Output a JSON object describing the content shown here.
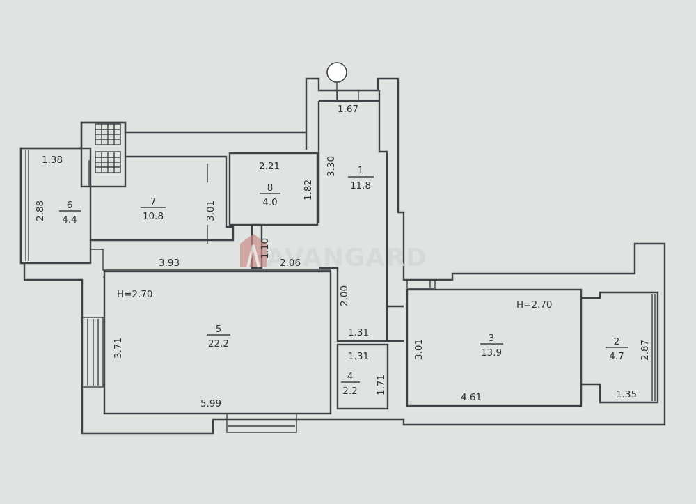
{
  "watermark": {
    "text": "AVANGARD",
    "accent_color": "#c98a86"
  },
  "ceiling_heights": [
    "H=2.70",
    "H=2.70"
  ],
  "rooms": [
    {
      "number": "1",
      "area": "11.8"
    },
    {
      "number": "2",
      "area": "4.7"
    },
    {
      "number": "3",
      "area": "13.9"
    },
    {
      "number": "4",
      "area": "2.2"
    },
    {
      "number": "5",
      "area": "22.2"
    },
    {
      "number": "6",
      "area": "4.4"
    },
    {
      "number": "7",
      "area": "10.8"
    },
    {
      "number": "8",
      "area": "4.0"
    }
  ],
  "dimensions": {
    "hall_width": "1.67",
    "hall_length": "3.30",
    "balcony_left_width": "1.38",
    "balcony_left_length": "2.88",
    "room7_depth": "3.01",
    "room8_width": "2.21",
    "room8_length": "1.82",
    "corridor_width": "1.10",
    "room5_top_left": "3.93",
    "room5_top_right": "2.06",
    "room5_depth": "3.71",
    "room5_width": "5.99",
    "hall_lower": "2.00",
    "hall_bottom_width": "1.31",
    "room4_width": "1.31",
    "room4_length": "1.71",
    "room3_depth": "3.01",
    "room3_width": "4.61",
    "balcony_right_length": "2.87",
    "balcony_right_width": "1.35"
  },
  "icons": [
    "ventilation-grid-icon",
    "ventilation-grid-icon",
    "riser-circle-icon"
  ]
}
